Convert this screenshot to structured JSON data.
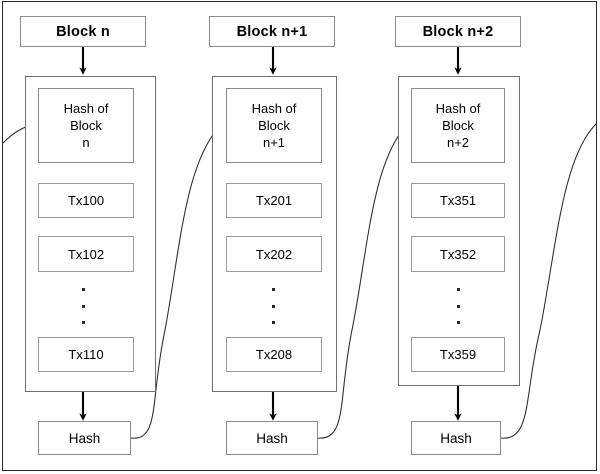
{
  "diagram": {
    "title": "Blockchain block linkage diagram",
    "frame_color": "#2b2b2b",
    "box_border_color": "#8c8c8c",
    "arrow_color": "#000000",
    "link_curve_color": "#333333",
    "background": "#ffffff"
  },
  "blocks": [
    {
      "header_label": "Block n",
      "hash_of_block": {
        "line1": "Hash of",
        "line2": "Block",
        "line3": "n"
      },
      "transactions": [
        "Tx100",
        "Tx102",
        "Tx110"
      ],
      "ellipsis": "⋮",
      "output_hash_label": "Hash"
    },
    {
      "header_label": "Block n+1",
      "hash_of_block": {
        "line1": "Hash of",
        "line2": "Block",
        "line3": "n+1"
      },
      "transactions": [
        "Tx201",
        "Tx202",
        "Tx208"
      ],
      "ellipsis": "⋮",
      "output_hash_label": "Hash"
    },
    {
      "header_label": "Block n+2",
      "hash_of_block": {
        "line1": "Hash of",
        "line2": "Block",
        "line3": "n+2"
      },
      "transactions": [
        "Tx351",
        "Tx352",
        "Tx359"
      ],
      "ellipsis": "⋮",
      "output_hash_label": "Hash"
    }
  ],
  "connectors": {
    "header_to_body_arrow": "down-arrow",
    "body_to_hash_arrow": "down-arrow",
    "hash_to_next_block_curve": "curved-link-arrow",
    "incoming_from_previous": "curved-link-arrow",
    "outgoing_to_next": "curved-link-arrow"
  }
}
